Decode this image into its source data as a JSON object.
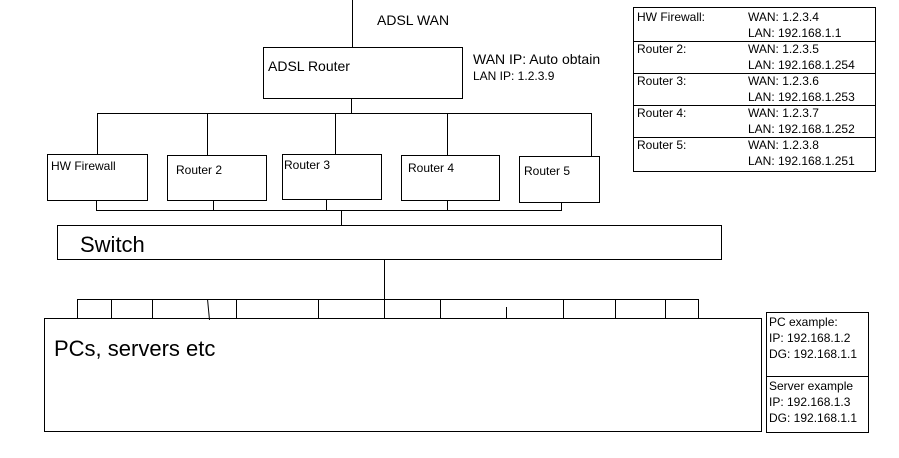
{
  "wan": {
    "label": "ADSL WAN"
  },
  "adsl_router": {
    "label": "ADSL Router",
    "wan_ip": "WAN IP: Auto obtain",
    "lan_ip": "LAN IP: 1.2.3.9"
  },
  "routers": [
    {
      "label": "HW Firewall"
    },
    {
      "label": "Router 2"
    },
    {
      "label": "Router 3"
    },
    {
      "label": "Router 4"
    },
    {
      "label": "Router 5"
    }
  ],
  "switch": {
    "label": "Switch"
  },
  "pcs": {
    "label": "PCs, servers etc"
  },
  "ip_table": [
    {
      "name": "HW Firewall:",
      "wan": "WAN: 1.2.3.4",
      "lan": "LAN: 192.168.1.1"
    },
    {
      "name": "Router 2:",
      "wan": "WAN: 1.2.3.5",
      "lan": "LAN: 192.168.1.254"
    },
    {
      "name": "Router 3:",
      "wan": "WAN: 1.2.3.6",
      "lan": "LAN: 192.168.1.253"
    },
    {
      "name": "Router 4:",
      "wan": "WAN: 1.2.3.7",
      "lan": "LAN: 192.168.1.252"
    },
    {
      "name": "Router 5:",
      "wan": "WAN: 1.2.3.8",
      "lan": "LAN: 192.168.1.251"
    }
  ],
  "pc_example": {
    "title": "PC example:",
    "ip": "IP: 192.168.1.2",
    "dg": "DG: 192.168.1.1"
  },
  "server_example": {
    "title": "Server example",
    "ip": "IP: 192.168.1.3",
    "dg": "DG: 192.168.1.1"
  }
}
